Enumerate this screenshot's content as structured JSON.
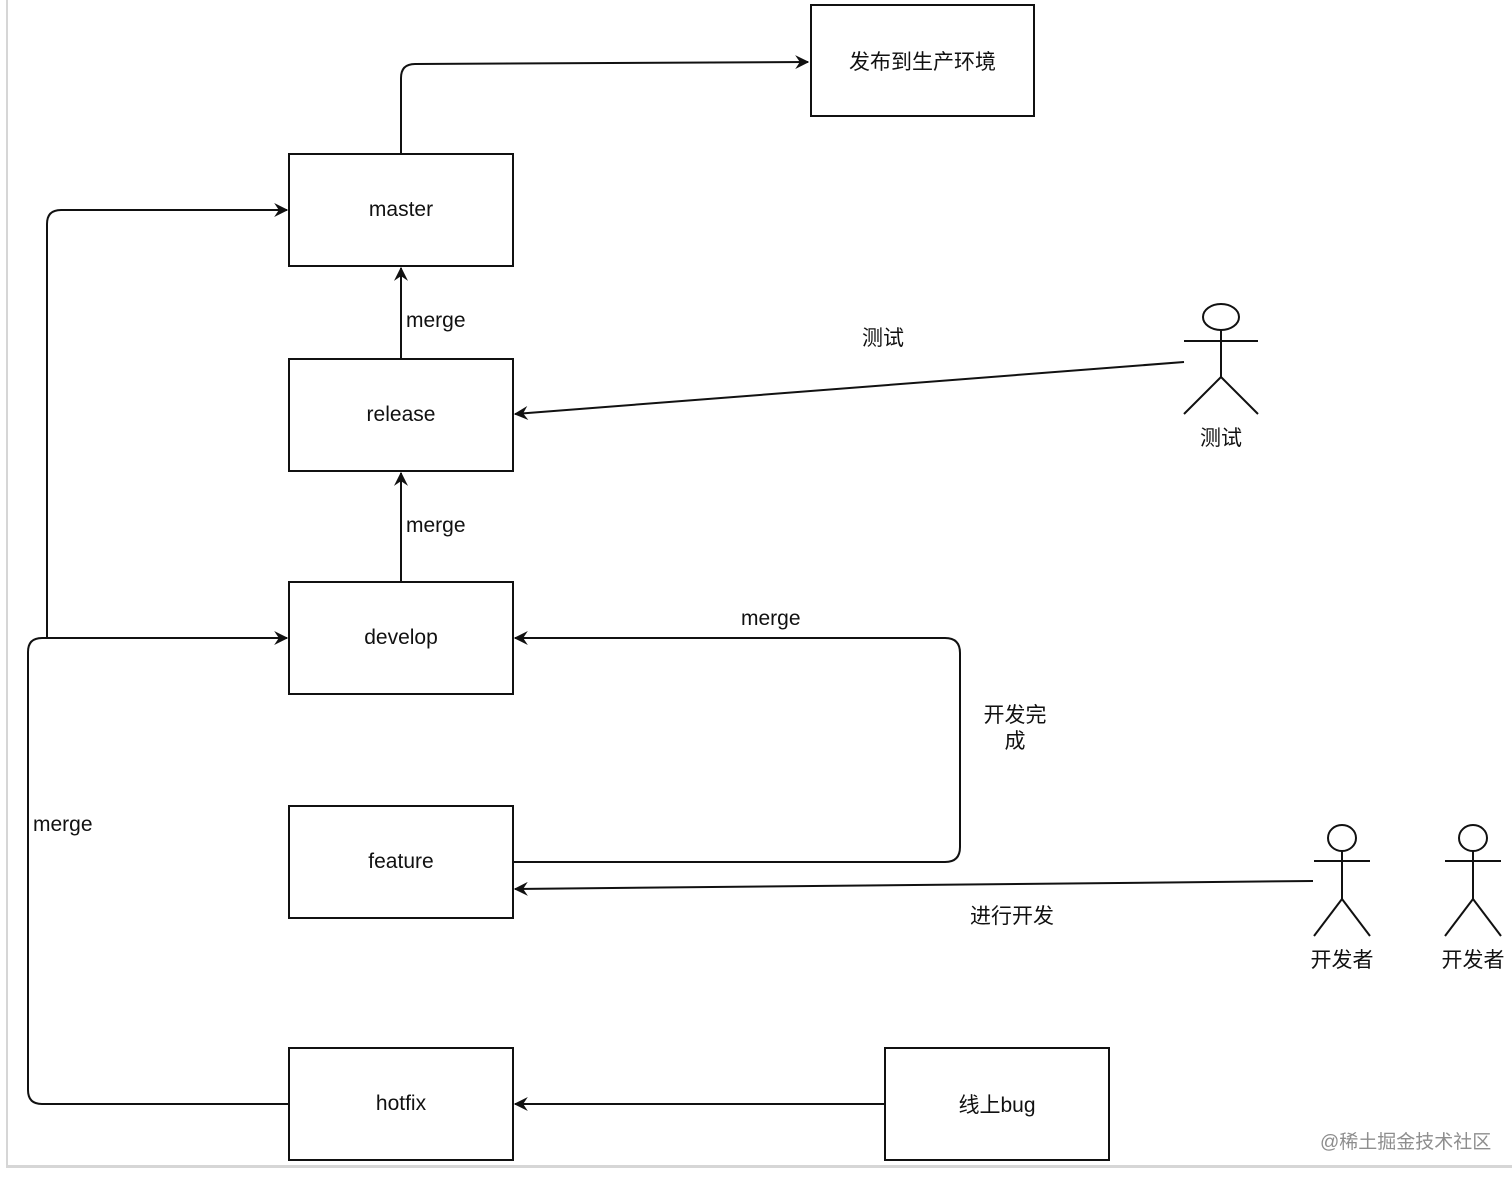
{
  "nodes": {
    "production": "发布到生产环境",
    "master": "master",
    "release": "release",
    "develop": "develop",
    "feature": "feature",
    "hotfix": "hotfix",
    "online_bug": "线上bug"
  },
  "actors": {
    "tester": "测试",
    "developer_1": "开发者",
    "developer_2": "开发者"
  },
  "edge_labels": {
    "release_to_master": "merge",
    "develop_to_release": "merge",
    "feature_to_develop": "merge",
    "hotfix_to_master_develop": "merge",
    "tester_to_release": "测试",
    "dev_done_line1": "开发完",
    "dev_done_line2": "成",
    "developer_to_feature": "进行开发"
  },
  "watermark": "@稀土掘金技术社区"
}
